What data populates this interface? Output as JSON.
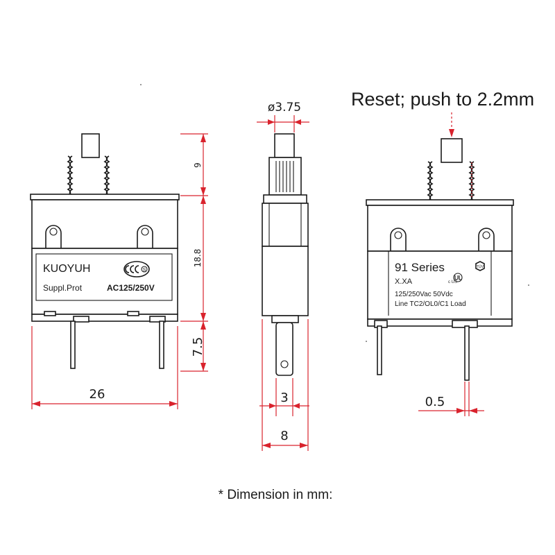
{
  "callout": "Reset; push to 2.2mm",
  "footnote": "* Dimension in mm:",
  "left_view": {
    "brand": "KUOYUH",
    "suppl_label": "Suppl.Prot",
    "rating": "AC125/250V",
    "cert_mark": "S",
    "dim_top": "9",
    "dim_body": "18.8",
    "dim_pin": "7.5",
    "dim_width": "26"
  },
  "side_view": {
    "dim_diameter": "ø3.75",
    "dim_terminal": "3",
    "dim_width": "8"
  },
  "right_view": {
    "series": "91 Series",
    "model": "X.XA",
    "rating": "125/250Vac 50Vdc",
    "terminals": "Line  TC2/OL0/C1 Load",
    "tuv_mark": "TÜV",
    "ul_mark": "c  US",
    "dim_pin_thickness": "0.5"
  },
  "colors": {
    "dimension_lines": "#d9232d",
    "outlines": "#1a1a1a"
  }
}
